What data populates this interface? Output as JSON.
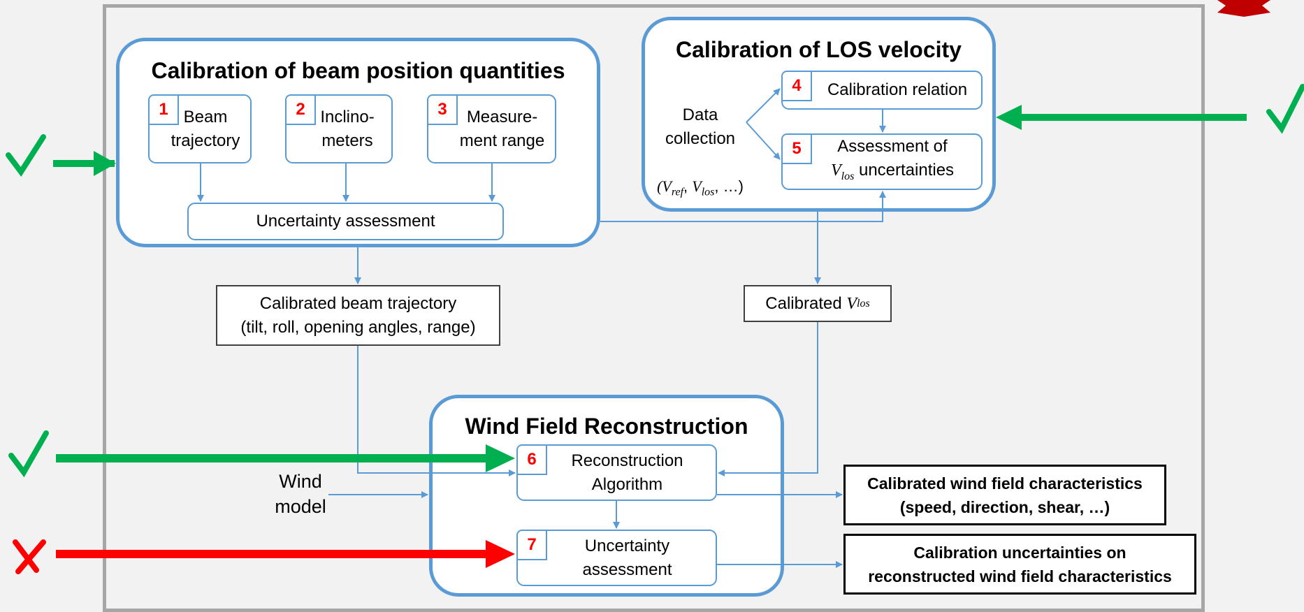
{
  "colors": {
    "group_border": "#5b9bd5",
    "box_border": "#5b9bd5",
    "number": "#ff0000",
    "green": "#00b050",
    "red": "#ff0000",
    "logo": "#c00000"
  },
  "beam_group": {
    "title": "Calibration of beam position quantities",
    "boxes": [
      {
        "num": "1",
        "label": "Beam\ntrajectory"
      },
      {
        "num": "2",
        "label": "Inclino-\nmeters"
      },
      {
        "num": "3",
        "label": "Measure-\nment range"
      }
    ],
    "assessment": "Uncertainty assessment"
  },
  "los_group": {
    "title": "Calibration of LOS velocity",
    "data_collection": "Data\ncollection",
    "data_collection_vars": "(V",
    "boxes": [
      {
        "num": "4",
        "label": "Calibration relation"
      },
      {
        "num": "5",
        "label": "Assessment of\nV"
      }
    ],
    "v_sub": "los",
    "v_tail": " uncertainties",
    "vars": {
      "v": "V",
      "ref": "ref",
      "los": "los",
      "ellipsis": "…"
    }
  },
  "calibrated_beam": "Calibrated beam trajectory\n(tilt, roll, opening angles, range)",
  "calibrated_vlos_prefix": "Calibrated ",
  "calibrated_vlos_v": "V",
  "calibrated_vlos_sub": "los",
  "wind_group": {
    "title": "Wind Field Reconstruction",
    "boxes": [
      {
        "num": "6",
        "label": "Reconstruction\nAlgorithm"
      },
      {
        "num": "7",
        "label": "Uncertainty\nassessment"
      }
    ]
  },
  "wind_model": "Wind\nmodel",
  "outputs": [
    "Calibrated wind field characteristics\n(speed, direction, shear, …)",
    "Calibration uncertainties on\nreconstructed wind field characteristics"
  ],
  "status_marks": [
    {
      "target": "beam_group",
      "status": "check",
      "color": "#00b050"
    },
    {
      "target": "los_group",
      "status": "check",
      "color": "#00b050"
    },
    {
      "target": "box_6",
      "status": "check",
      "color": "#00b050"
    },
    {
      "target": "box_7",
      "status": "cross",
      "color": "#ff0000"
    }
  ]
}
